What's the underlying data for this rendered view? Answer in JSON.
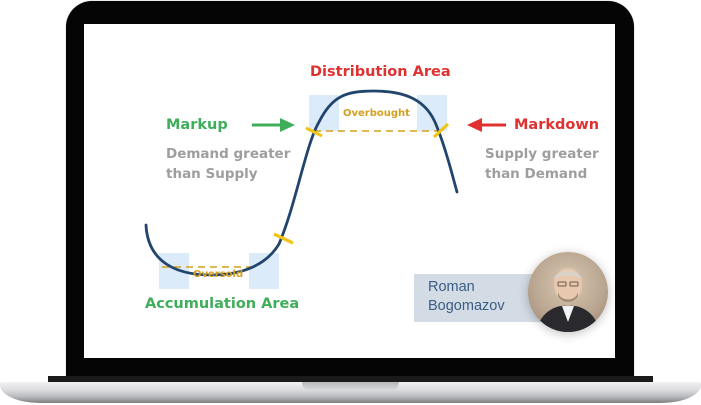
{
  "diagram": {
    "top_title": "Distribution Area",
    "bottom_title": "Accumulation Area",
    "left_label": "Markup",
    "left_description_line1": "Demand greater",
    "left_description_line2": "than Supply",
    "right_label": "Markdown",
    "right_description_line1": "Supply greater",
    "right_description_line2": "than Demand",
    "top_zone_label": "Overbought",
    "bottom_zone_label": "Oversold"
  },
  "presenter": {
    "name_line1": "Roman",
    "name_line2": "Bogomazov"
  },
  "colors": {
    "curve": "#22456e",
    "red": "#e03131",
    "green": "#3fae5a",
    "gold": "#d4a021",
    "marker": "#f0c419",
    "zone": "#dcebf9",
    "muted": "#9e9e9e",
    "card_bg": "#d3dbe4",
    "card_text": "#3a5d84"
  }
}
